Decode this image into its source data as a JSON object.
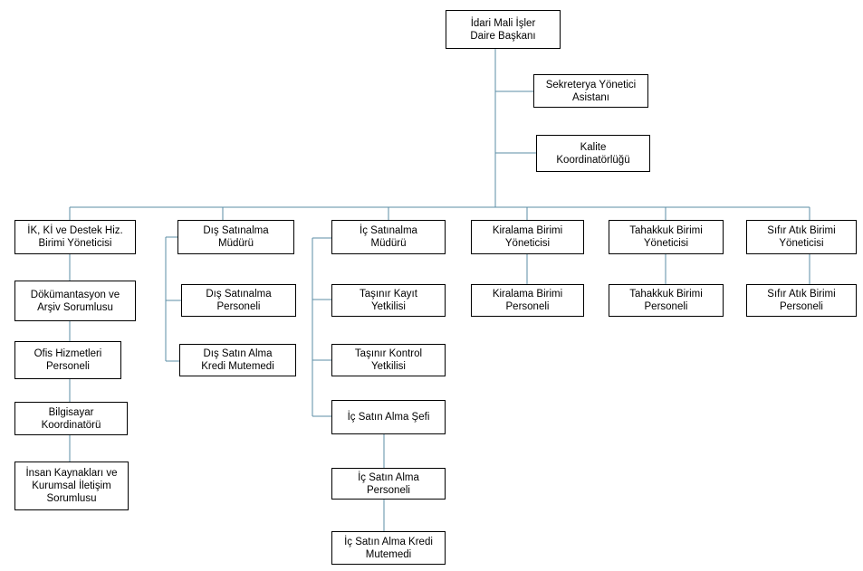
{
  "nodes": {
    "head": "İdari Mali İşler\nDaire Başkanı",
    "secretary": "Sekreterya Yönetici\nAsistanı",
    "quality": "Kalite\nKoordinatörlüğü",
    "ik": "İK, Kİ ve Destek Hiz.\nBirimi Yöneticisi",
    "docs": "Dökümantasyon ve\nArşiv Sorumlusu",
    "office": "Ofis Hizmetleri\nPersoneli",
    "computer": "Bilgisayar\nKoordinatörü",
    "hr": "İnsan Kaynakları ve\nKurumsal İletişim\nSorumlusu",
    "dis_mgr": "Dış Satınalma\nMüdürü",
    "dis_staff": "Dış Satınalma\nPersoneli",
    "dis_credit": "Dış Satın Alma\nKredi Mutemedi",
    "ic_mgr": "İç Satınalma\nMüdürü",
    "asset_reg": "Taşınır Kayıt\nYetkilisi",
    "asset_ctrl": "Taşınır Kontrol\nYetkilisi",
    "ic_chief": "İç Satın Alma Şefi",
    "ic_staff": "İç Satın Alma\nPersoneli",
    "ic_credit": "İç Satın Alma Kredi\nMutemedi",
    "rent_mgr": "Kiralama Birimi\nYöneticisi",
    "rent_staff": "Kiralama Birimi\nPersoneli",
    "accrual_mgr": "Tahakkuk Birimi\nYöneticisi",
    "accrual_staff": "Tahakkuk Birimi\nPersoneli",
    "zero_mgr": "Sıfır Atık Birimi\nYöneticisi",
    "zero_staff": "Sıfır Atık Birimi\nPersoneli"
  },
  "colors": {
    "connector": "#5b8ea6",
    "border": "#000000"
  }
}
